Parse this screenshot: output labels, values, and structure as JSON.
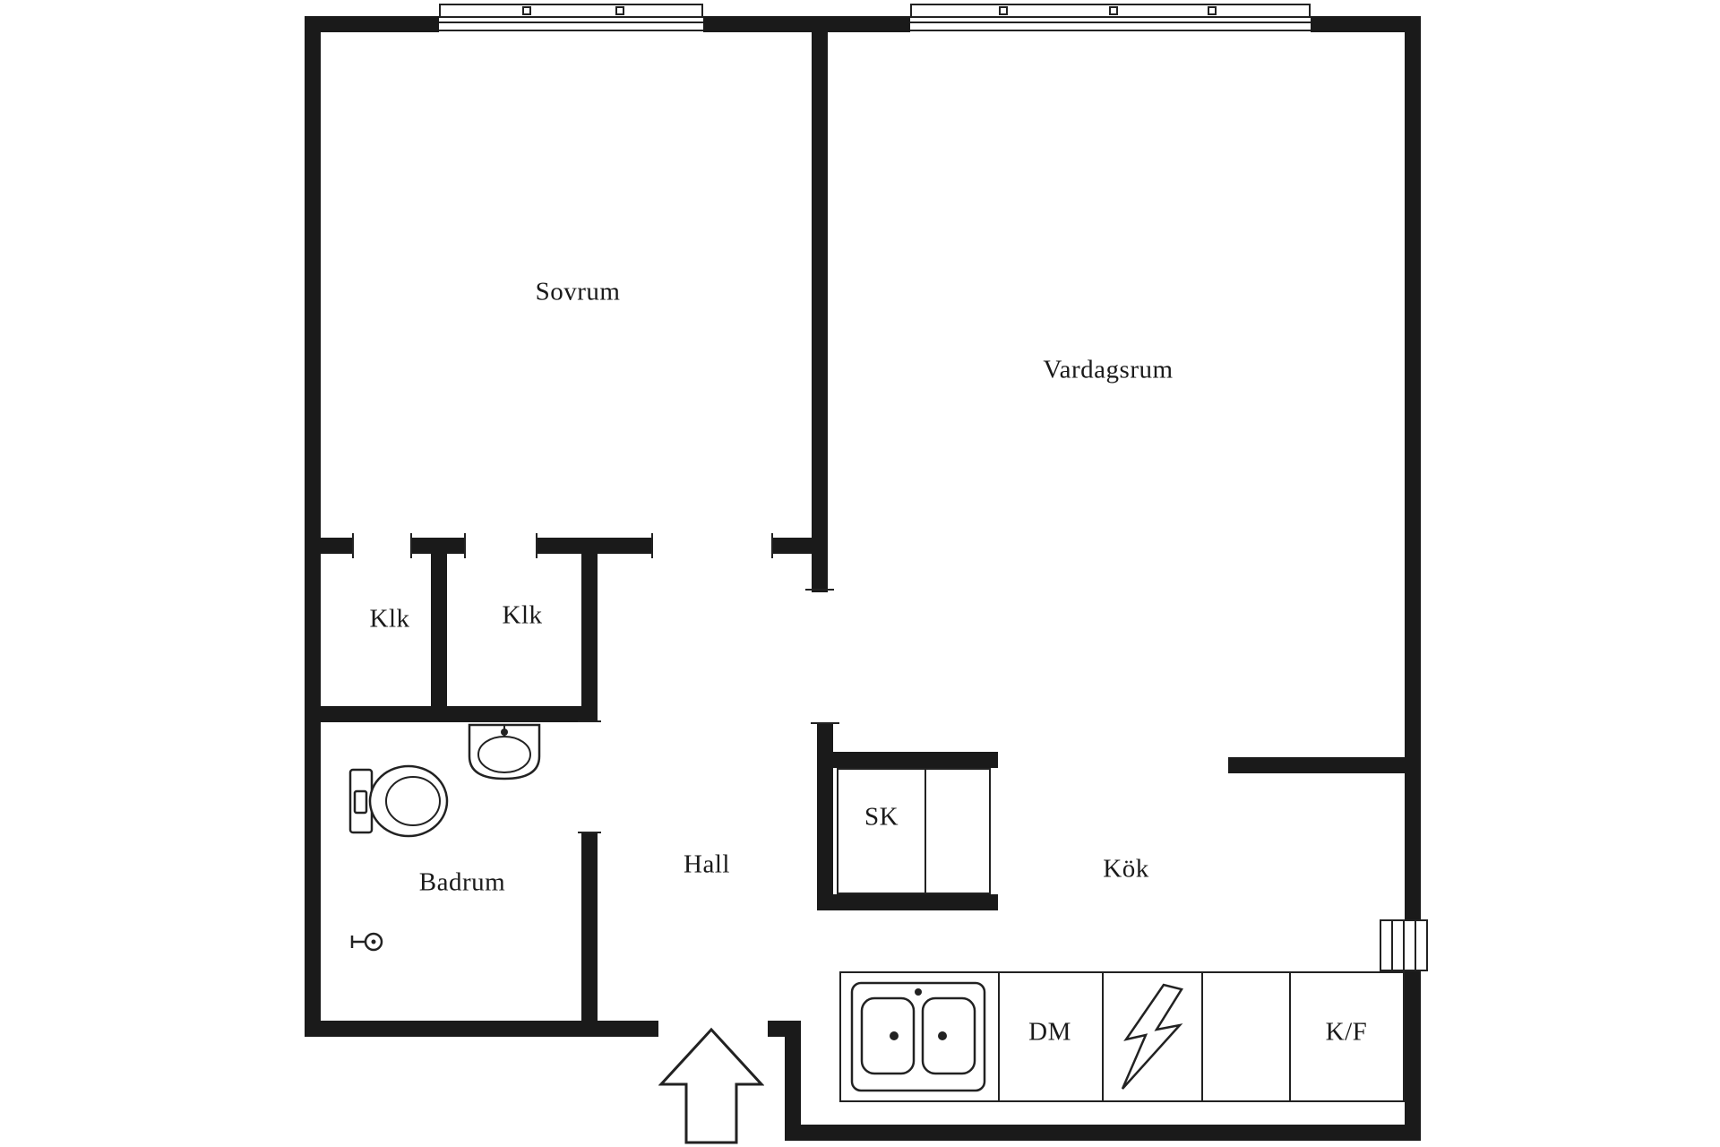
{
  "plan": {
    "rooms": [
      {
        "name": "sovrum",
        "label": "Sovrum"
      },
      {
        "name": "vardagsrum",
        "label": "Vardagsrum"
      },
      {
        "name": "klk-left",
        "label": "Klk"
      },
      {
        "name": "klk-right",
        "label": "Klk"
      },
      {
        "name": "badrum",
        "label": "Badrum"
      },
      {
        "name": "hall",
        "label": "Hall"
      },
      {
        "name": "sk",
        "label": "SK"
      },
      {
        "name": "kok",
        "label": "Kök"
      }
    ],
    "appliances": [
      {
        "name": "dishwasher",
        "label": "DM"
      },
      {
        "name": "fridge-freezer",
        "label": "K/F"
      }
    ],
    "icons": {
      "toilet": "toilet-icon",
      "bathroom_sink": "bathroom-sink-icon",
      "shower": "shower-handle-icon",
      "kitchen_sink": "kitchen-sink-icon",
      "stove": "stove-lightning-icon",
      "entrance": "entrance-arrow-icon",
      "windows": "window-icon",
      "shaft": "shaft-hatch-icon"
    },
    "colors": {
      "wall": "#1a1a1a",
      "line": "#222222",
      "background": "#ffffff",
      "text": "#1a1a1a"
    }
  }
}
